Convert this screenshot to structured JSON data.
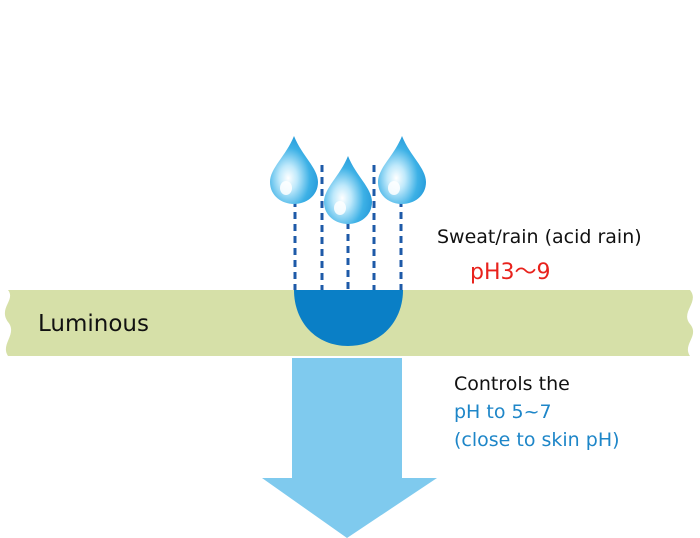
{
  "material": {
    "label": "Luminous"
  },
  "source": {
    "label": "Sweat/rain (acid rain)",
    "ph_range": "pH3～9"
  },
  "result": {
    "line1": "Controls the",
    "line2": "pH to 5~7",
    "line3": "(close to skin pH)"
  },
  "colors": {
    "band": "#d6e0a8",
    "drop": "#1e9bdc",
    "absorbed_liquid": "#0a7fc6",
    "arrow": "#7fcaee",
    "dashes": "#1e5aa8",
    "ph_range_text": "#e8221c",
    "controlled_text": "#1e86c8"
  },
  "icons": [
    "water-drop-icon",
    "down-arrow-icon"
  ]
}
